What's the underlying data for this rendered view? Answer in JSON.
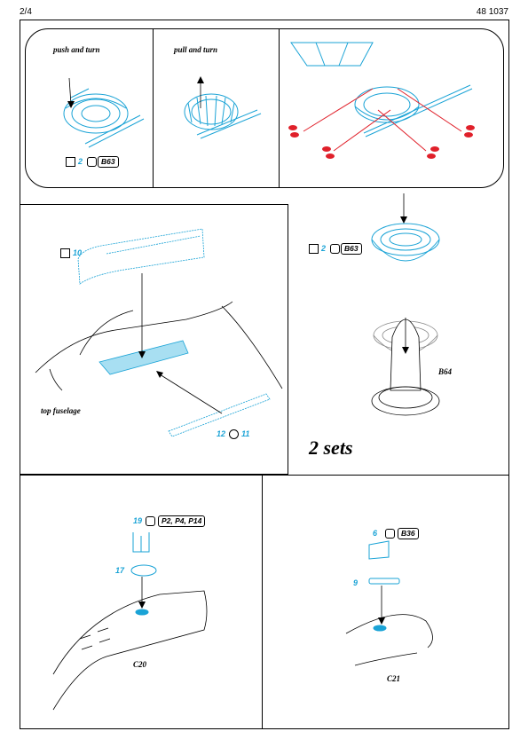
{
  "header": {
    "page": "2/4",
    "code": "48 1037"
  },
  "colors": {
    "part_blue": "#1aa3d6",
    "cut_red": "#e0202a",
    "ink": "#000000"
  },
  "step1": {
    "push_label": "push and turn",
    "pull_label": "pull and turn",
    "qty": "2",
    "ref": "B63"
  },
  "step2": {
    "part": "10",
    "fuselage_label": "top fuselage",
    "part_a": "12",
    "part_b": "11"
  },
  "step3": {
    "qty": "2",
    "ref": "B63",
    "part_code": "B64",
    "sets_label": "2 sets"
  },
  "step4": {
    "part_a": "19",
    "refs": "P2, P4, P14",
    "part_b": "17",
    "code": "C20"
  },
  "step5": {
    "part_a": "6",
    "ref": "B36",
    "part_b": "9",
    "code": "C21"
  }
}
